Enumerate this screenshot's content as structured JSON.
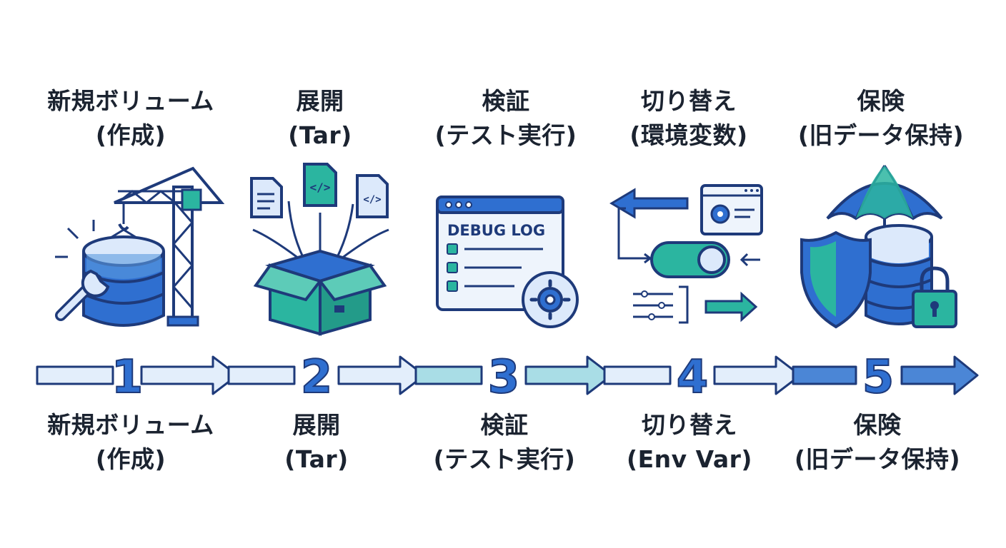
{
  "colors": {
    "outline": "#1e3a7a",
    "blue": "#2f6fd0",
    "blue_light": "#dce9fb",
    "teal": "#2bb5a0",
    "arrow_fill_1": "#e3eefb",
    "arrow_fill_2": "#cfe8f3",
    "arrow_fill_3": "#a9dde6",
    "arrow_fill_4": "#4b86d6"
  },
  "steps": [
    {
      "number": "1",
      "top_title": "新規ボリューム",
      "top_subtitle": "(作成)",
      "bottom_title": "新規ボリューム",
      "bottom_subtitle": "(作成)",
      "icon": "crane-database-icon"
    },
    {
      "number": "2",
      "top_title": "展開",
      "top_subtitle": "(Tar)",
      "bottom_title": "展開",
      "bottom_subtitle": "(Tar)",
      "icon": "open-box-files-icon"
    },
    {
      "number": "3",
      "top_title": "検証",
      "top_subtitle": "(テスト実行)",
      "bottom_title": "検証",
      "bottom_subtitle": "(テスト実行)",
      "icon": "debug-log-window-icon",
      "icon_text": "DEBUG LOG"
    },
    {
      "number": "4",
      "top_title": "切り替え",
      "top_subtitle": "(環境変数)",
      "bottom_title": "切り替え",
      "bottom_subtitle": "(Env Var)",
      "icon": "toggle-switch-settings-icon"
    },
    {
      "number": "5",
      "top_title": "保険",
      "top_subtitle": "(旧データ保持)",
      "bottom_title": "保険",
      "bottom_subtitle": "(旧データ保持)",
      "icon": "umbrella-shield-database-icon"
    }
  ]
}
